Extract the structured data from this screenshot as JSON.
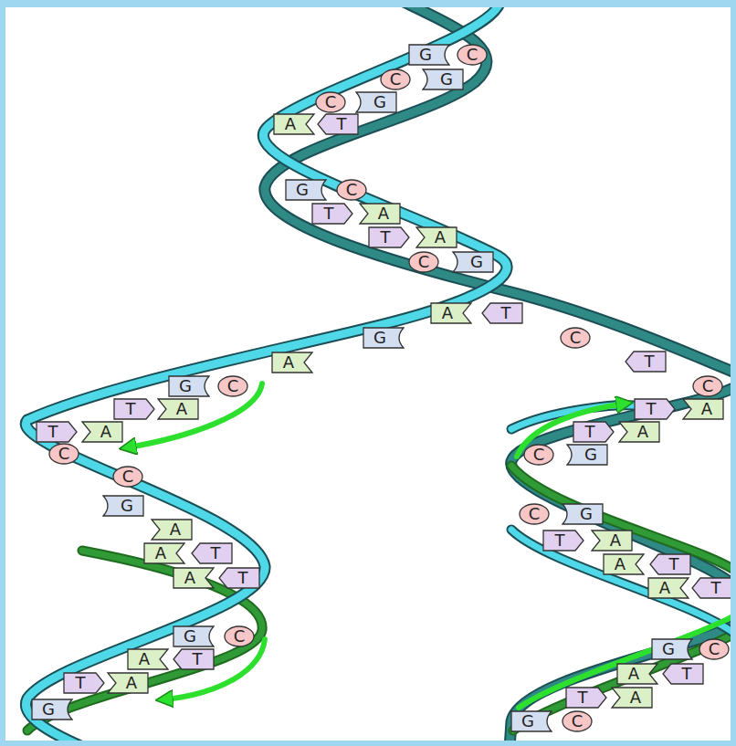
{
  "diagram": {
    "nodes": [
      {
        "text": [
          "G"
        ]
      },
      {
        "text": [
          "C"
        ]
      },
      {
        "text": [
          "C"
        ]
      },
      {
        "text": [
          "G"
        ]
      },
      {
        "text": [
          "C"
        ]
      },
      {
        "text": [
          "G"
        ]
      },
      {
        "text": [
          "A"
        ]
      },
      {
        "text": [
          "T"
        ]
      },
      {
        "text": [
          "G"
        ]
      },
      {
        "text": [
          "C"
        ]
      },
      {
        "text": [
          "T"
        ]
      },
      {
        "text": [
          "A"
        ]
      },
      {
        "text": [
          "T"
        ]
      },
      {
        "text": [
          "A"
        ]
      },
      {
        "text": [
          "C"
        ]
      },
      {
        "text": [
          "G"
        ]
      },
      {
        "text": [
          "A"
        ]
      },
      {
        "text": [
          "T"
        ]
      },
      {
        "text": [
          "G"
        ]
      },
      {
        "text": [
          "C"
        ]
      },
      {
        "text": [
          "A"
        ]
      },
      {
        "text": [
          "T"
        ]
      },
      {
        "text": [
          "G"
        ]
      },
      {
        "text": [
          "C"
        ]
      },
      {
        "text": [
          "C"
        ]
      },
      {
        "text": [
          "T"
        ]
      },
      {
        "text": [
          "A"
        ]
      },
      {
        "text": [
          "T"
        ]
      },
      {
        "text": [
          "A"
        ]
      },
      {
        "text": [
          "T"
        ]
      },
      {
        "text": [
          "A"
        ]
      },
      {
        "text": [
          "T"
        ]
      },
      {
        "text": [
          "A"
        ]
      },
      {
        "text": [
          "C"
        ]
      },
      {
        "text": [
          "C"
        ]
      },
      {
        "text": [
          "G"
        ]
      },
      {
        "text": [
          "C"
        ]
      },
      {
        "text": [
          "G"
        ]
      },
      {
        "text": [
          "C"
        ]
      },
      {
        "text": [
          "G"
        ]
      },
      {
        "text": [
          "A"
        ]
      },
      {
        "text": [
          "T"
        ]
      },
      {
        "text": [
          "A"
        ]
      },
      {
        "text": [
          "A"
        ]
      },
      {
        "text": [
          "T"
        ]
      },
      {
        "text": [
          "A"
        ]
      },
      {
        "text": [
          "T"
        ]
      },
      {
        "text": [
          "A"
        ]
      },
      {
        "text": [
          "T"
        ]
      },
      {
        "text": [
          "A"
        ]
      },
      {
        "text": [
          "T"
        ]
      },
      {
        "text": [
          "G"
        ]
      },
      {
        "text": [
          "C"
        ]
      },
      {
        "text": [
          "G"
        ]
      },
      {
        "text": [
          "C"
        ]
      },
      {
        "text": [
          "A"
        ]
      },
      {
        "text": [
          "T"
        ]
      },
      {
        "text": [
          "A"
        ]
      },
      {
        "text": [
          "T"
        ]
      },
      {
        "text": [
          "T"
        ]
      },
      {
        "text": [
          "A"
        ]
      },
      {
        "text": [
          "T"
        ]
      },
      {
        "text": [
          "A"
        ]
      },
      {
        "text": [
          "G"
        ]
      },
      {
        "text": [
          "G"
        ]
      },
      {
        "text": [
          "C"
        ]
      }
    ]
  }
}
